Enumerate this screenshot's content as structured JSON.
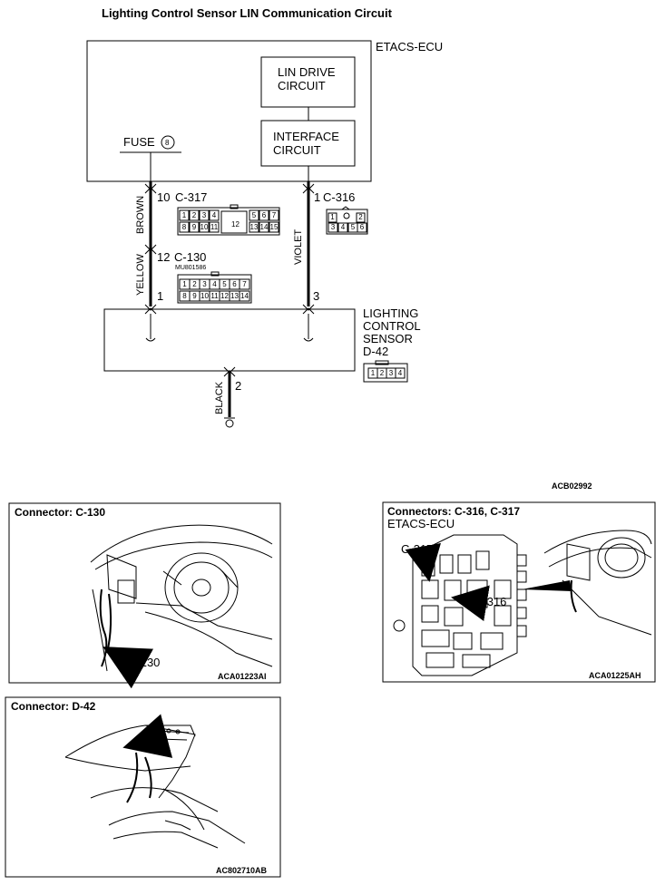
{
  "title": "Lighting Control Sensor LIN Communication Circuit",
  "ecu": {
    "name": "ETACS-ECU",
    "lin_drive": [
      "LIN DRIVE",
      "CIRCUIT"
    ],
    "interface": [
      "INTERFACE",
      "CIRCUIT"
    ],
    "fuse_label": "FUSE",
    "fuse_number": "8"
  },
  "wires": {
    "left_upper_color": "BROWN",
    "left_lower_color": "YELLOW",
    "right_color": "VIOLET",
    "ground_color": "BLACK"
  },
  "connectors": {
    "c317": {
      "pin": "10",
      "code": "C-317",
      "top_cells": [
        "1",
        "2",
        "3",
        "4",
        "5",
        "6",
        "7"
      ],
      "bottom_cells": [
        "8",
        "9",
        "10",
        "11",
        "13",
        "14",
        "15"
      ],
      "center_cell": "12"
    },
    "c316": {
      "pin": "1",
      "code": "C-316",
      "top_cells": [
        "1",
        "2"
      ],
      "bottom_cells": [
        "3",
        "4",
        "5",
        "6"
      ]
    },
    "c130": {
      "pin": "12",
      "code": "C-130",
      "part_no": "MU801586",
      "top_cells": [
        "1",
        "2",
        "3",
        "4",
        "5",
        "6",
        "7"
      ],
      "bottom_cells": [
        "8",
        "9",
        "10",
        "11",
        "12",
        "13",
        "14"
      ]
    },
    "d42": {
      "code": "D-42",
      "cells": [
        "1",
        "2",
        "3",
        "4"
      ]
    }
  },
  "sensor": {
    "name": [
      "LIGHTING",
      "CONTROL",
      "SENSOR"
    ],
    "pin_left": "1",
    "pin_right": "3",
    "pin_ground": "2"
  },
  "figure_code": "ACB02992",
  "panels": {
    "c130": {
      "title": "Connector: C-130",
      "callout": "C-130",
      "code": "ACA01223AI"
    },
    "c316_c317": {
      "title": "Connectors: C-316, C-317",
      "subtitle": "ETACS-ECU",
      "callout_a": "C-317",
      "callout_b": "C-316",
      "code": "ACA01225AH"
    },
    "d42": {
      "title": "Connector: D-42",
      "code": "AC802710AB"
    }
  }
}
